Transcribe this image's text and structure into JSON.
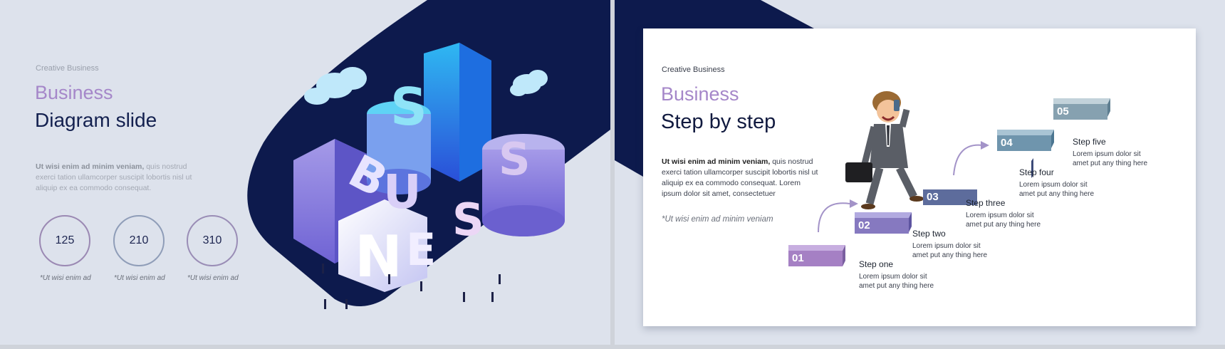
{
  "left_slide": {
    "eyebrow": "Creative Business",
    "title_accent": "Business",
    "title_main": "Diagram slide",
    "body_bold": "Ut wisi enim ad minim veniam,",
    "body_rest": " quis nostrud exerci tation ullamcorper suscipit lobortis nisl ut aliquip ex ea commodo consequat.",
    "stats": [
      {
        "value": "125",
        "caption": "*Ut wisi enim ad"
      },
      {
        "value": "210",
        "caption": "*Ut wisi enim ad"
      },
      {
        "value": "310",
        "caption": "*Ut wisi enim ad"
      }
    ],
    "illustration": "business-isometric-city-illustration"
  },
  "right_slide": {
    "eyebrow": "Creative Business",
    "title_accent": "Business",
    "title_main": "Step by step",
    "body_bold": "Ut wisi enim ad minim veniam,",
    "body_rest": " quis nostrud exerci tation ullamcorper suscipit lobortis nisl ut aliquip ex ea commodo consequat. Lorem ipsum dolor sit amet, consectetuer",
    "quote": "*Ut wisi enim ad minim veniam",
    "steps": [
      {
        "num": "01",
        "title": "Step one",
        "desc": "Lorem ipsum dolor sit amet put any thing here",
        "color": "#a580c4"
      },
      {
        "num": "02",
        "title": "Step two",
        "desc": "Lorem ipsum dolor sit amet put any thing here",
        "color": "#8679c0"
      },
      {
        "num": "03",
        "title": "Step three",
        "desc": "Lorem ipsum dolor sit amet put any thing here",
        "color": "#5d6c9c"
      },
      {
        "num": "04",
        "title": "Step four",
        "desc": "Lorem ipsum dolor sit amet put any thing here",
        "color": "#6f95ad"
      },
      {
        "num": "05",
        "title": "Step five",
        "desc": "Lorem ipsum dolor sit amet put any thing here",
        "color": "#86a1b0"
      }
    ],
    "illustration": "businessman-on-phone-illustration"
  },
  "colors": {
    "navy": "#0d1a4d",
    "accent_purple": "#a587c9",
    "background": "#dde2ec"
  }
}
